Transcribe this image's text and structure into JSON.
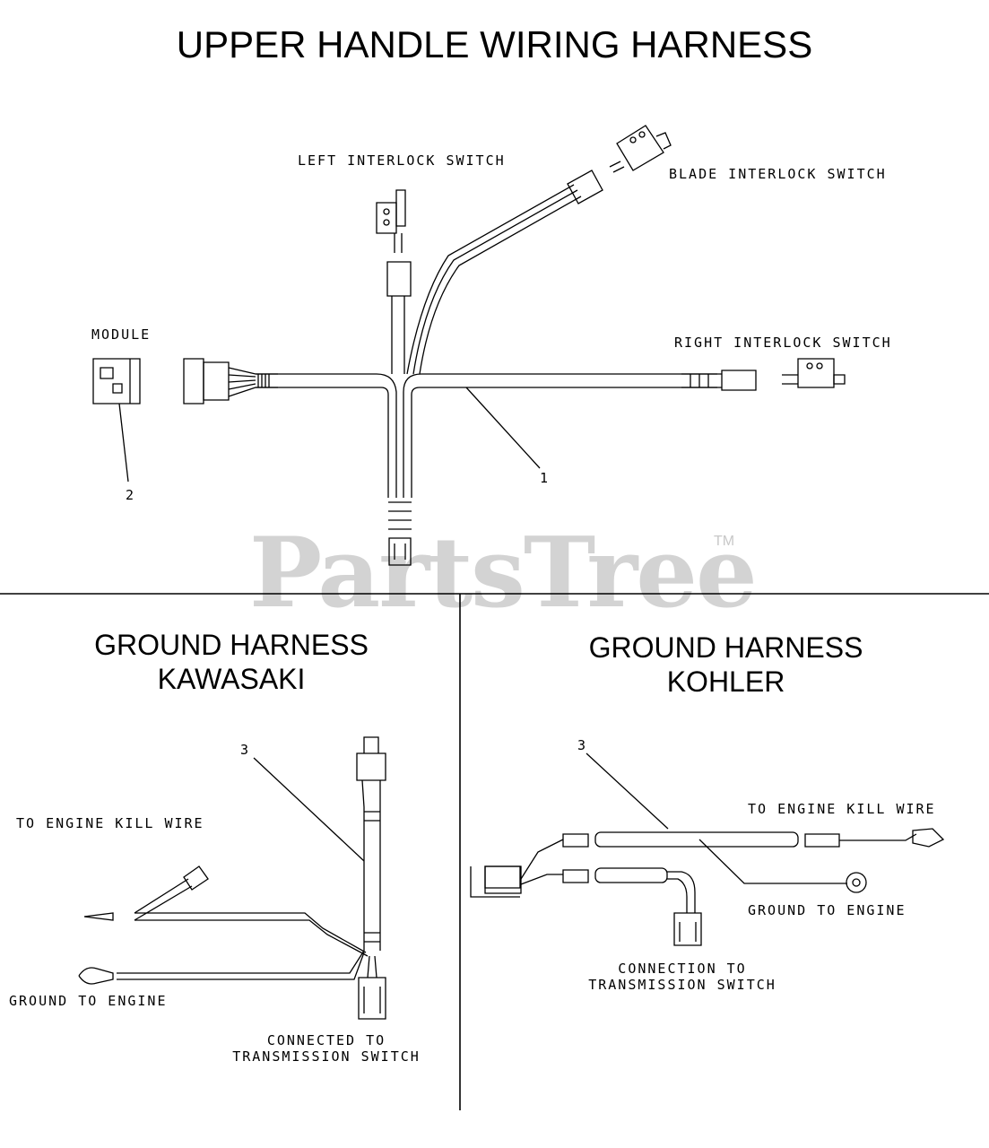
{
  "titles": {
    "upper": "UPPER HANDLE WIRING HARNESS",
    "kawasaki": [
      "GROUND HARNESS",
      "KAWASAKI"
    ],
    "kohler": [
      "GROUND HARNESS",
      "KOHLER"
    ]
  },
  "upper_labels": {
    "left_interlock": "LEFT INTERLOCK SWITCH",
    "blade_interlock": "BLADE INTERLOCK SWITCH",
    "right_interlock": "RIGHT INTERLOCK SWITCH",
    "module": "MODULE"
  },
  "callout_numbers": {
    "harness": "1",
    "module": "2",
    "ground_kawasaki": "3",
    "ground_kohler": "3"
  },
  "kawasaki_labels": {
    "engine_kill": "TO ENGINE KILL WIRE",
    "ground": "GROUND TO ENGINE",
    "transmission": [
      "CONNECTED TO",
      "TRANSMISSION SWITCH"
    ]
  },
  "kohler_labels": {
    "engine_kill": "TO ENGINE KILL WIRE",
    "ground": "GROUND TO ENGINE",
    "transmission": [
      "CONNECTION TO",
      "TRANSMISSION SWITCH"
    ]
  },
  "watermark": {
    "text": "PartsTree",
    "mark": "TM"
  },
  "colors": {
    "line": "#000000",
    "watermark": "#d3d3d3"
  }
}
